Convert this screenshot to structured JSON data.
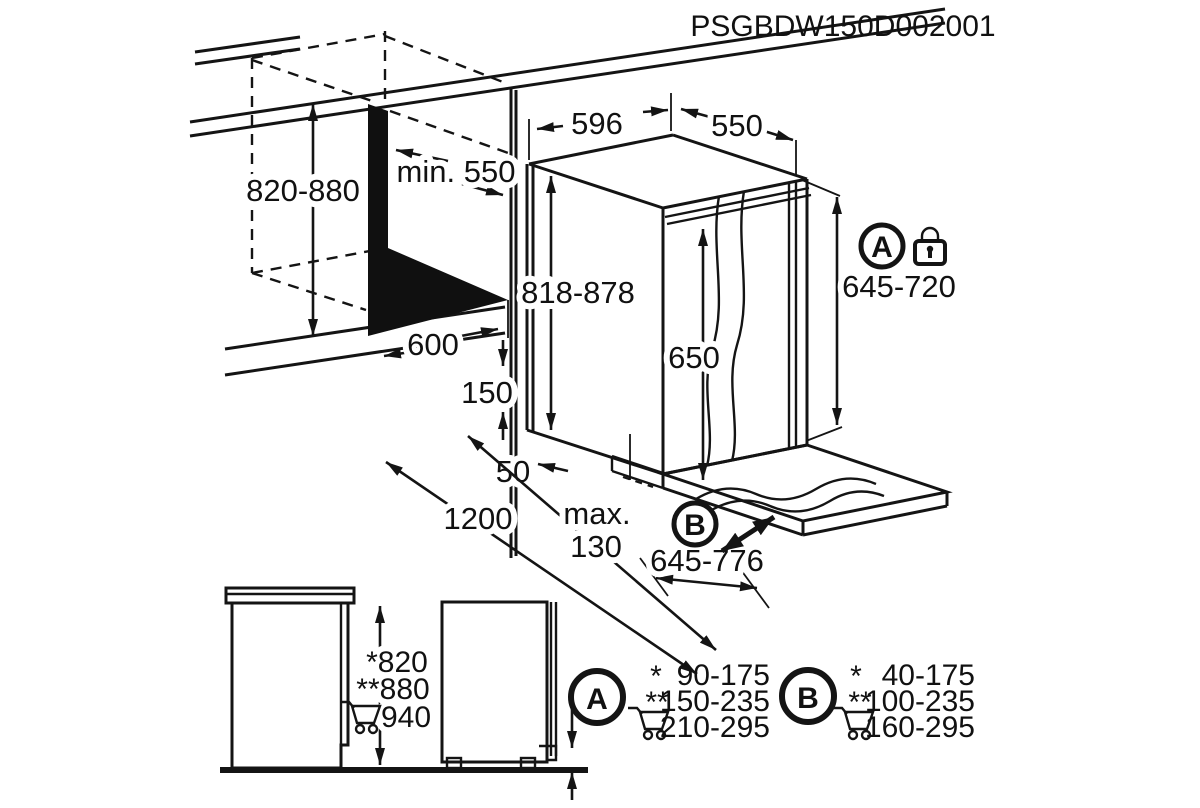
{
  "title": "PSGBDW150D002001",
  "dims": {
    "niche_height": "820-880",
    "niche_depth_min": "min. 550",
    "niche_width": "600",
    "unit_top_width": "596",
    "unit_top_depth": "550",
    "unit_height": "818-878",
    "door_cutout_height": "650",
    "furniture_panel_height": "645-720",
    "plinth_step": "150",
    "gap": "50",
    "open_clearance": "1200",
    "max_label": "max.",
    "max_value": "130",
    "open_door_range": "645-776"
  },
  "elevation": {
    "height_star": "*820",
    "height_double_star": "**880",
    "height_cart": "940"
  },
  "badges": {
    "a": "A",
    "b": "B"
  },
  "legend_a": {
    "label": "A",
    "rows": [
      {
        "marker": "*",
        "value": "90-175"
      },
      {
        "marker": "**",
        "value": "150-235"
      },
      {
        "marker": "cart",
        "value": "210-295"
      }
    ]
  },
  "legend_b": {
    "label": "B",
    "rows": [
      {
        "marker": "*",
        "value": "40-175"
      },
      {
        "marker": "**",
        "value": "100-235"
      },
      {
        "marker": "cart",
        "value": "160-295"
      }
    ]
  }
}
